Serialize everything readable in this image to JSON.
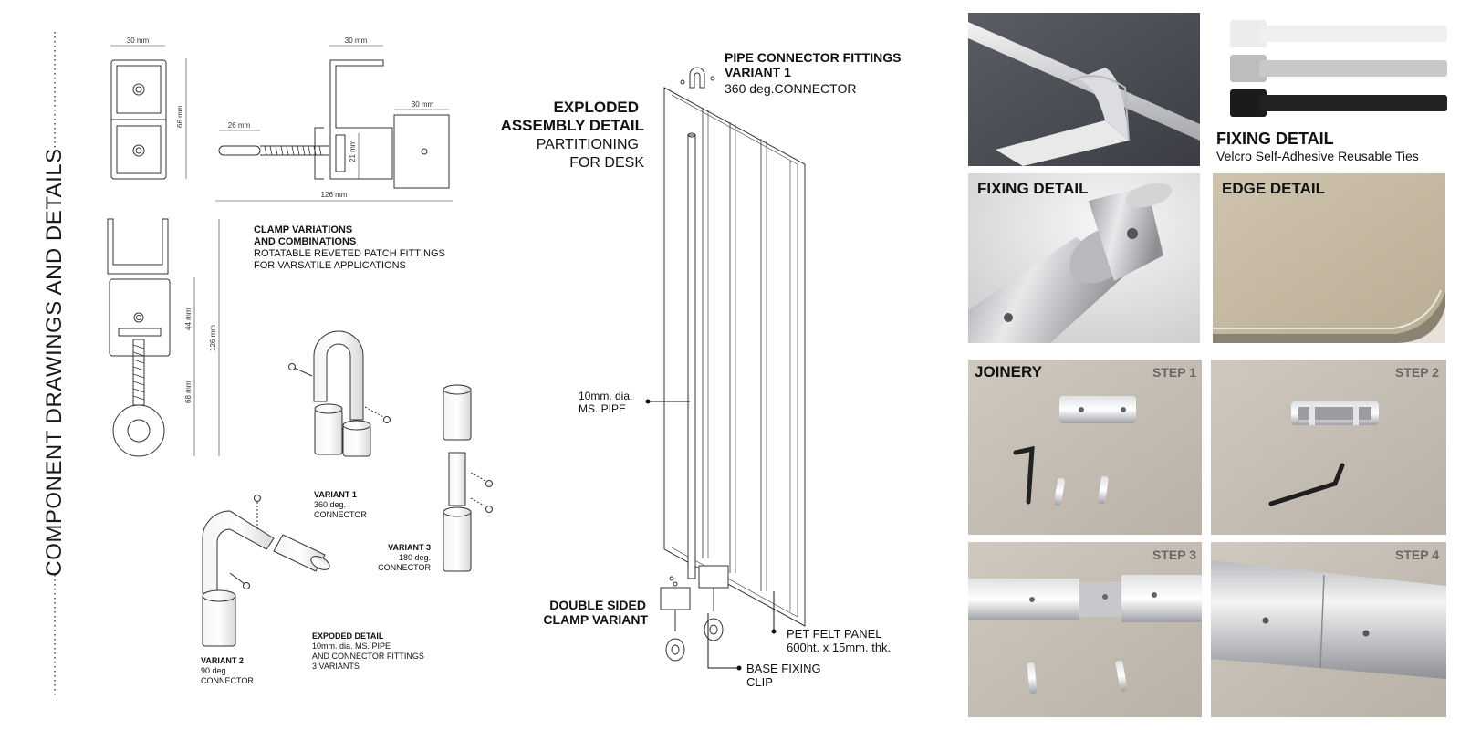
{
  "sheet": {
    "title": "COMPONENT DRAWINGS AND DETAILS"
  },
  "clamp_drawing": {
    "dims": {
      "top_width": "30 mm",
      "top_height": "66 mm",
      "side_top": "30 mm",
      "side_right": "30 mm",
      "screw_len": "26 mm",
      "mid_height": "21 mm",
      "overall": "126 mm",
      "v_mid": "44 mm",
      "v_low": "68 mm",
      "v_total": "126 mm"
    },
    "caption": {
      "line1": "CLAMP VARIATIONS",
      "line2": "AND COMBINATIONS",
      "line3": "ROTATABLE REVETED PATCH FITTINGS",
      "line4": "FOR VARSATILE APPLICATIONS"
    }
  },
  "connectors": {
    "v1": {
      "name": "VARIANT 1",
      "l1": "360 deg.",
      "l2": "CONNECTOR"
    },
    "v2": {
      "name": "VARIANT 2",
      "l1": "90 deg.",
      "l2": "CONNECTOR"
    },
    "v3": {
      "name": "VARIANT 3",
      "l1": "180 deg.",
      "l2": "CONNECTOR"
    },
    "exploded": {
      "l1": "EXPODED DETAIL",
      "l2": "10mm. dia. MS. PIPE",
      "l3": "AND CONNECTOR FITTINGS",
      "l4": "3 VARIANTS"
    }
  },
  "assembly": {
    "title1": "EXPLODED",
    "title2": "ASSEMBLY DETAIL",
    "sub1": "PARTITIONING",
    "sub2": "FOR DESK",
    "pipe_fit1": "PIPE CONNECTOR FITTINGS",
    "pipe_fit2": "VARIANT 1",
    "pipe_fit3": "360 deg.CONNECTOR",
    "pipe1": "10mm. dia.",
    "pipe2": "MS. PIPE",
    "clamp1": "DOUBLE SIDED",
    "clamp2": "CLAMP VARIANT",
    "panel1": "PET FELT PANEL",
    "panel2": "600ht. x 15mm. thk.",
    "base1": "BASE FIXING",
    "base2": "CLIP"
  },
  "photos": {
    "velcro_title": "FIXING DETAIL",
    "velcro_sub": "Velcro Self-Adhesive Reusable Ties",
    "fixing": "FIXING DETAIL",
    "edge": "EDGE DETAIL",
    "joinery": "JOINERY",
    "step1": "STEP 1",
    "step2": "STEP 2",
    "step3": "STEP 3",
    "step4": "STEP 4"
  }
}
